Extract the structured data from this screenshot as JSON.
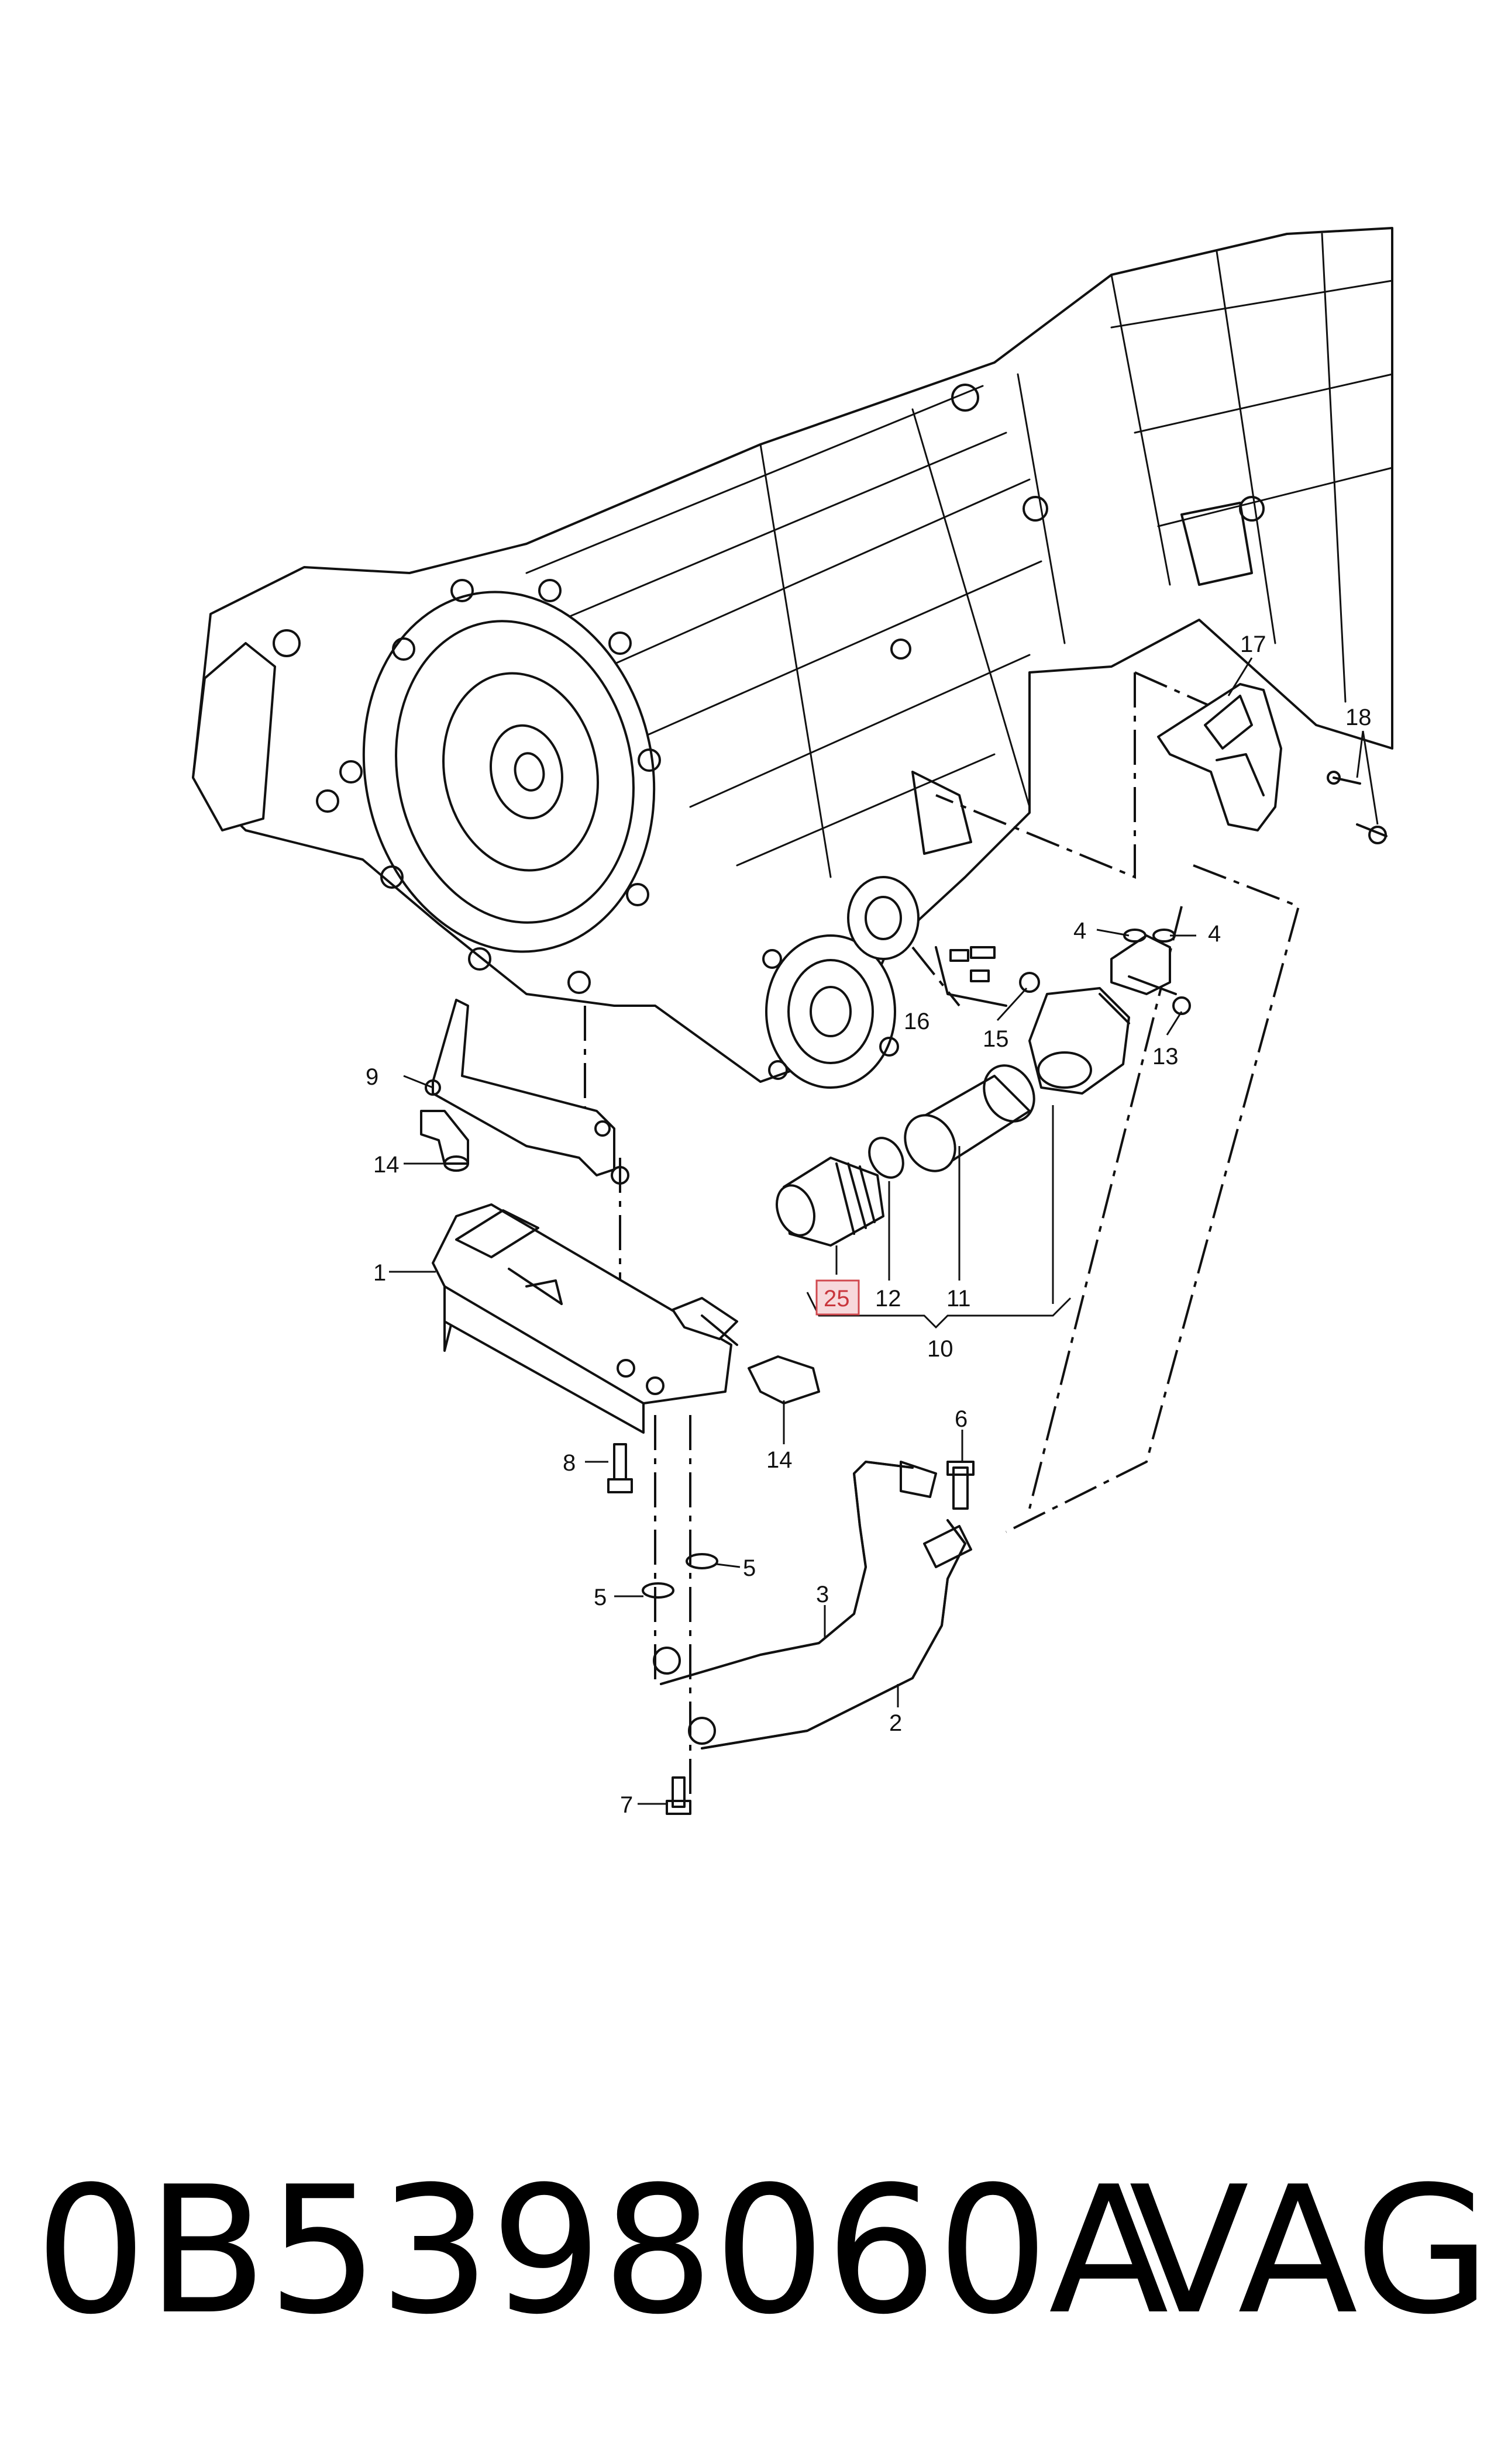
{
  "callouts": {
    "c1": "1",
    "c2": "2",
    "c3": "3",
    "c4a": "4",
    "c4b": "4",
    "c5a": "5",
    "c5b": "5",
    "c6": "6",
    "c7": "7",
    "c8": "8",
    "c9": "9",
    "c10": "10",
    "c11": "11",
    "c12": "12",
    "c13": "13",
    "c14a": "14",
    "c14b": "14",
    "c15": "15",
    "c16": "16",
    "c17": "17",
    "c18": "18",
    "c25": "25"
  },
  "footer": {
    "part_number": "0B5398060A",
    "brand": "VAG"
  },
  "colors": {
    "line": "#111111",
    "highlight_fill": "#f7d9dc",
    "highlight_stroke": "#d0494f",
    "highlight_text": "#c9363d"
  }
}
